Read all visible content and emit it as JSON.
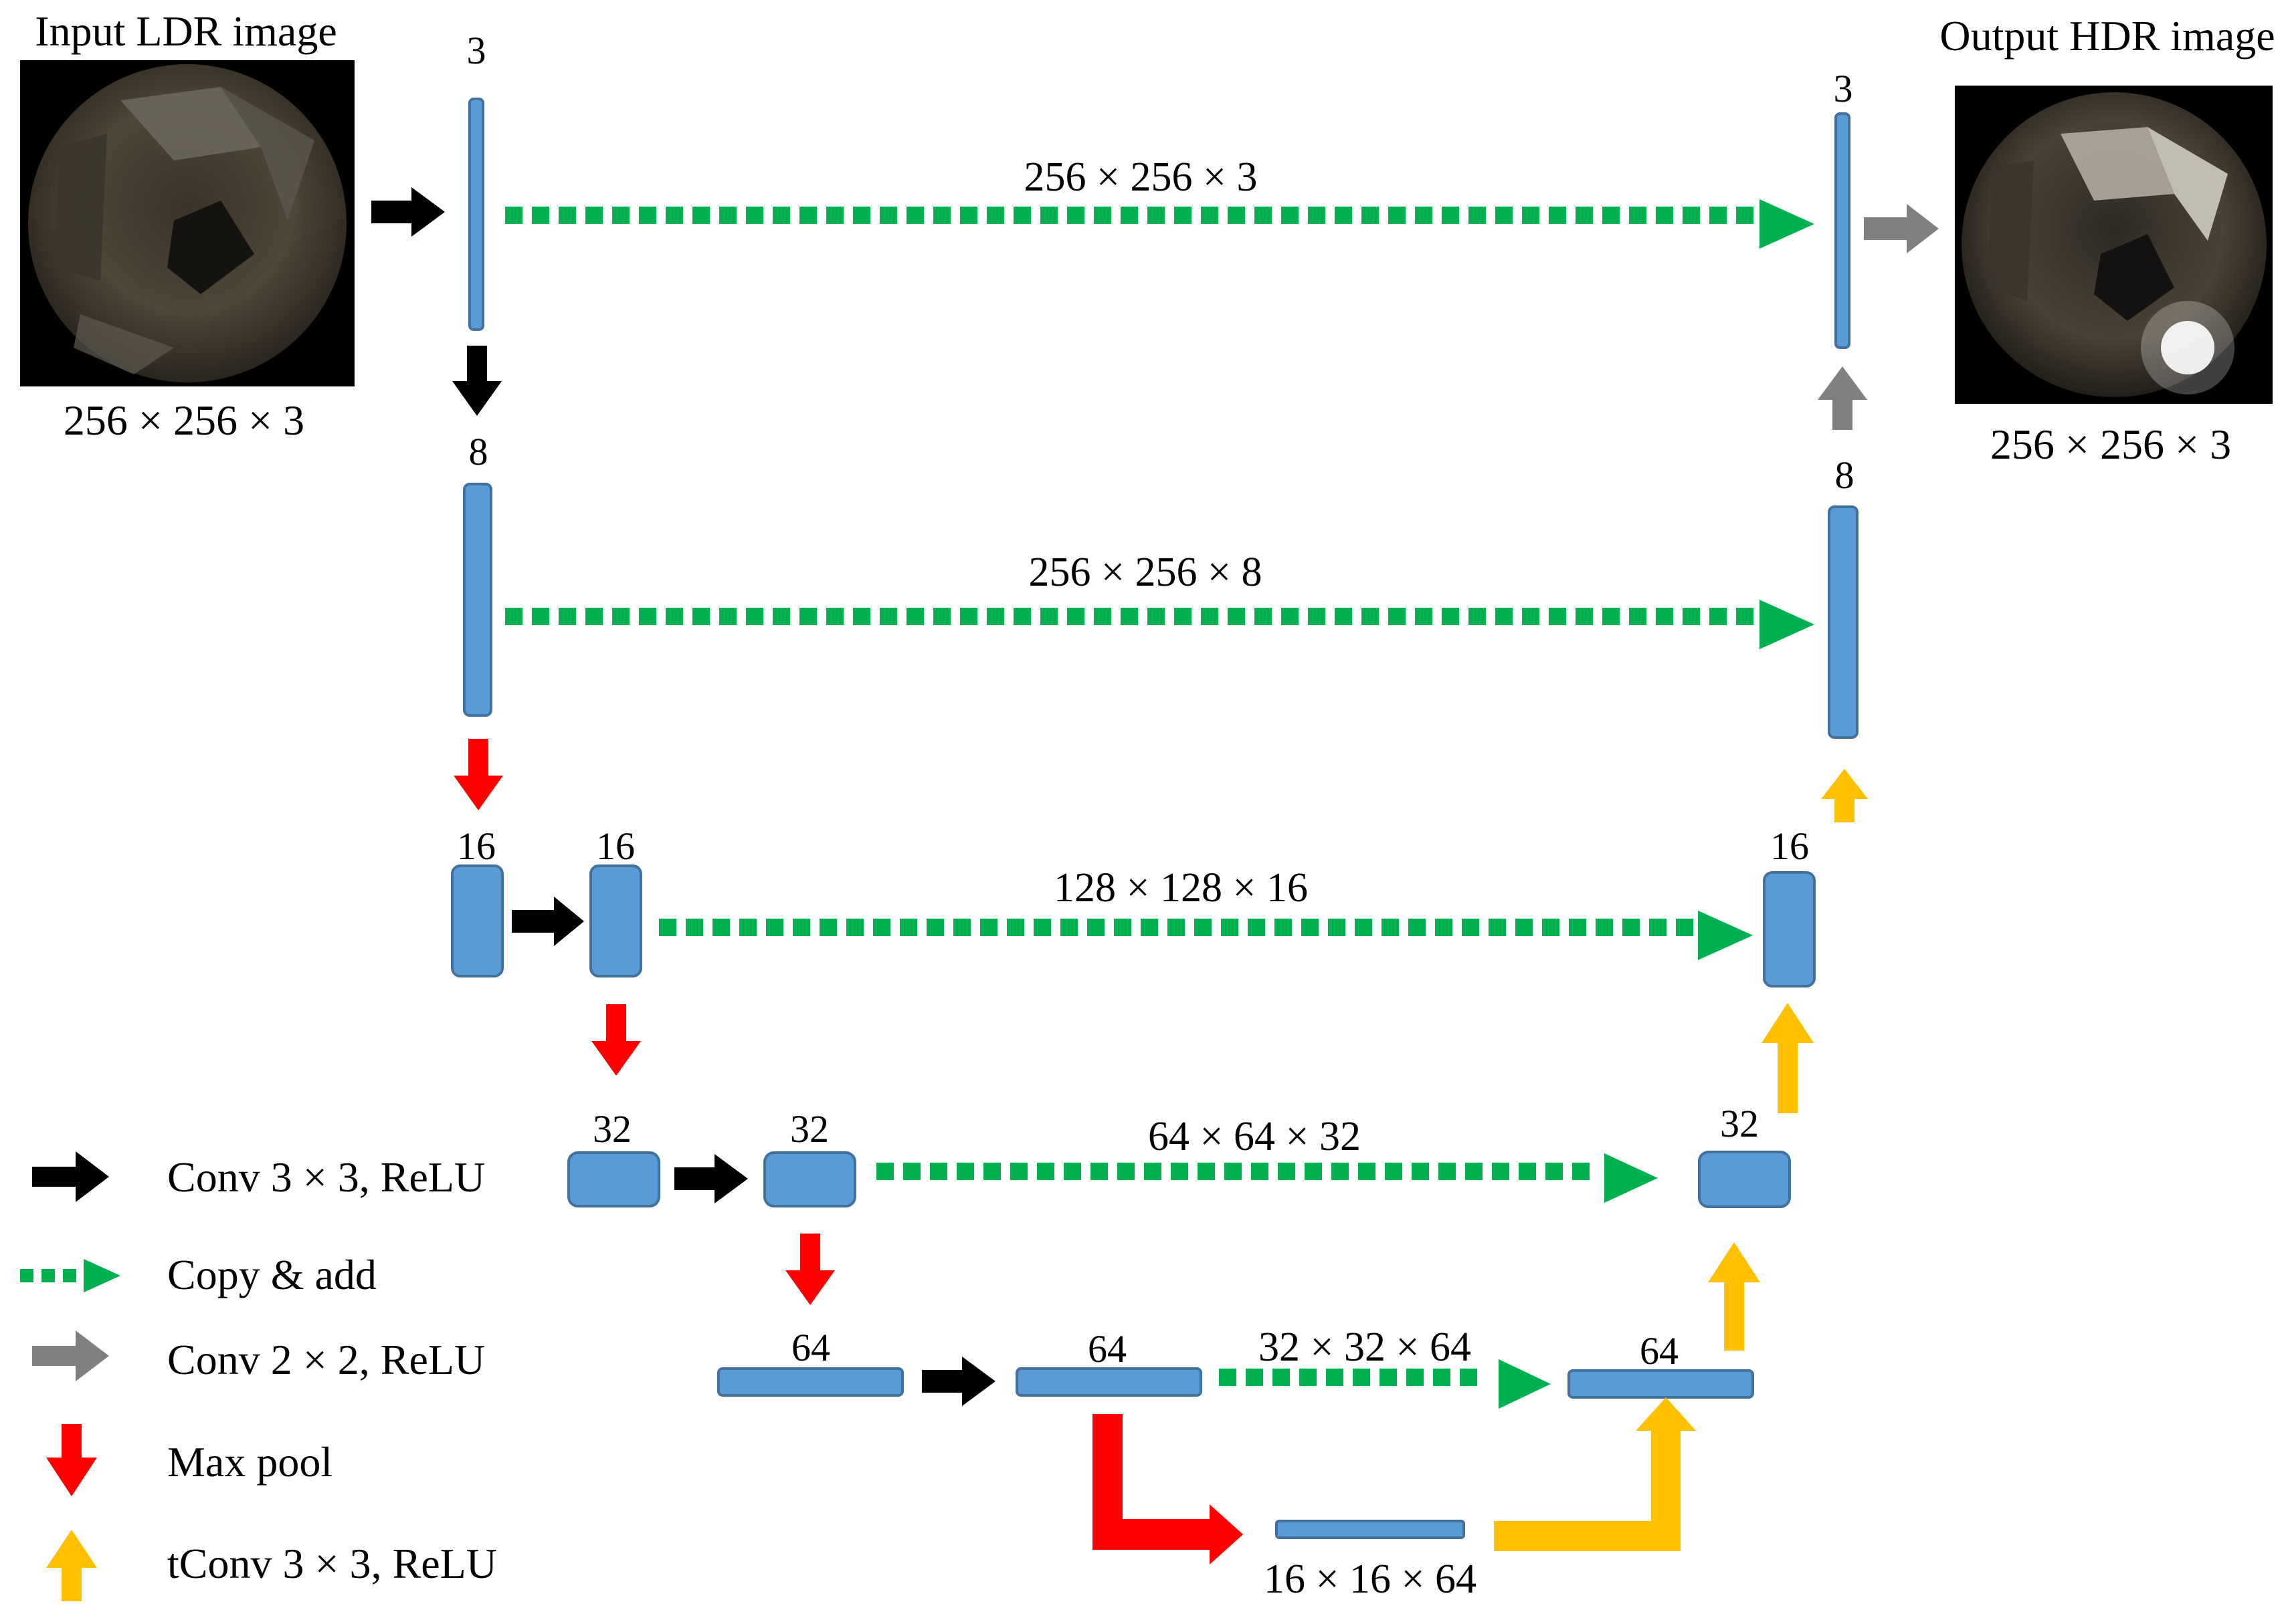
{
  "input": {
    "title": "Input  LDR image",
    "size": "256 × 256 × 3"
  },
  "output": {
    "title": "Output  HDR image",
    "size": "256 × 256 × 3"
  },
  "channels": {
    "enc1": "3",
    "enc2": "8",
    "enc3a": "16",
    "enc3b": "16",
    "enc4a": "32",
    "enc4b": "32",
    "enc5a": "64",
    "enc5b": "64",
    "dec5": "64",
    "dec4": "32",
    "dec3": "16",
    "dec2": "8",
    "dec1": "3"
  },
  "skips": {
    "s1": "256 × 256 × 3",
    "s2": "256 × 256 × 8",
    "s3": "128 × 128 × 16",
    "s4": "64 × 64 × 32",
    "s5": "32 × 32 × 64"
  },
  "bottleneck": {
    "size": "16 × 16 × 64"
  },
  "legend": {
    "conv3": "Conv  3 × 3,  ReLU",
    "copy": "Copy  &  add",
    "conv2": "Conv  2 × 2,  ReLU",
    "maxpool": "Max  pool",
    "tconv": "tConv  3 × 3,  ReLU"
  },
  "colors": {
    "block": "#5b9bd5",
    "conv": "#000000",
    "copy": "#00b050",
    "conv2": "#808080",
    "pool": "#ff0000",
    "tconv": "#ffc000"
  }
}
